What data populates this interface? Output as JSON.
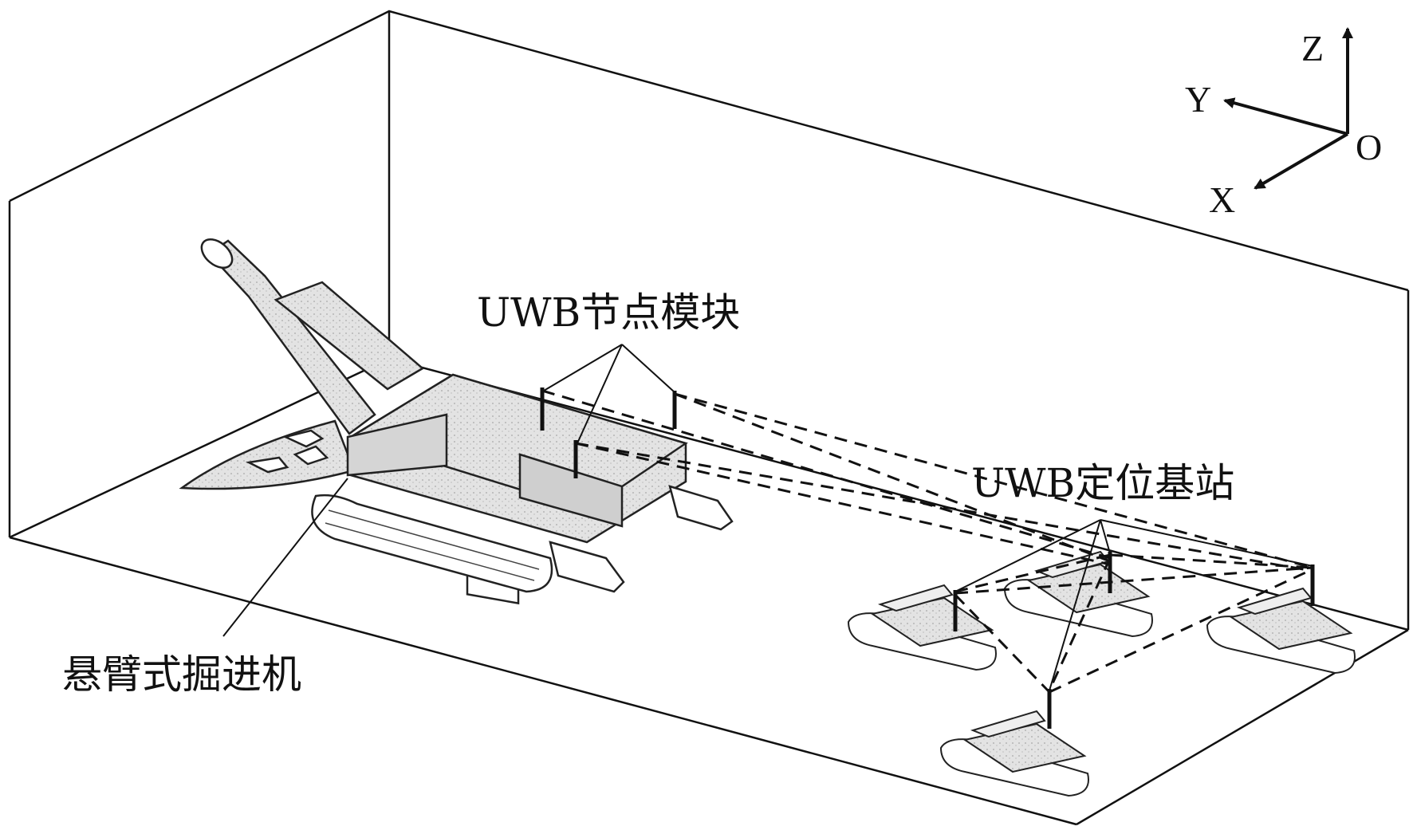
{
  "labels": {
    "uwb_node_module": "UWB节点模块",
    "uwb_base_station": "UWB定位基站",
    "roadheader": "悬臂式掘进机"
  },
  "axes": {
    "z": "Z",
    "y": "Y",
    "x": "X",
    "origin": "O"
  },
  "colors": {
    "line": "#111111",
    "body_fill": "#dcdcdc",
    "body_shade": "#bdbdbd",
    "background": "#ffffff"
  }
}
